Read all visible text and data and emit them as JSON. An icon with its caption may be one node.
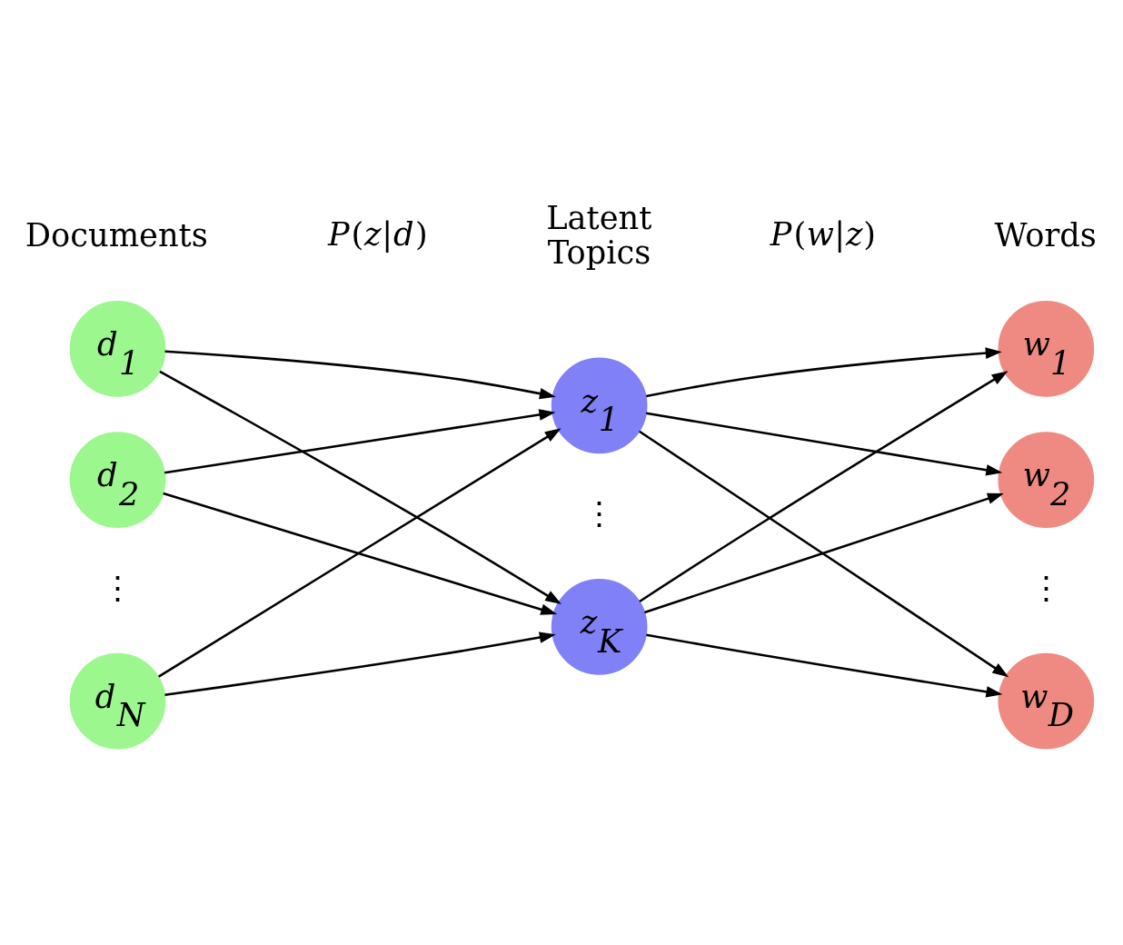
{
  "diagram": {
    "nodes": [
      {
        "text": [
          "d$_{1}$"
        ]
      },
      {
        "text": [
          "d$_{2}$"
        ]
      },
      {
        "text": [
          "d$_{N}$"
        ]
      },
      {
        "text": [
          "z$_{1}$"
        ]
      },
      {
        "text": [
          "z$_{K}$"
        ]
      },
      {
        "text": [
          "w$_{1}$"
        ]
      },
      {
        "text": [
          "w$_{2}$"
        ]
      },
      {
        "text": [
          "w$_{D}$"
        ]
      }
    ],
    "edges": [
      {
        "from": 0,
        "to": 3,
        "arrow": "to"
      },
      {
        "from": 0,
        "to": 4,
        "arrow": "to"
      },
      {
        "from": 1,
        "to": 3,
        "arrow": "to"
      },
      {
        "from": 1,
        "to": 4,
        "arrow": "to"
      },
      {
        "from": 2,
        "to": 3,
        "arrow": "to"
      },
      {
        "from": 2,
        "to": 4,
        "arrow": "to"
      },
      {
        "from": 3,
        "to": 5,
        "arrow": "to"
      },
      {
        "from": 3,
        "to": 6,
        "arrow": "to"
      },
      {
        "from": 3,
        "to": 7,
        "arrow": "to"
      },
      {
        "from": 4,
        "to": 5,
        "arrow": "to"
      },
      {
        "from": 4,
        "to": 6,
        "arrow": "to"
      },
      {
        "from": 4,
        "to": 7,
        "arrow": "to"
      }
    ],
    "labels": [
      "Documents",
      "Latent Topics",
      "Words",
      "*P*(*z*|*d*)",
      "*P*(*w*|*z*)",
      "⋮",
      "⋮",
      "⋮"
    ]
  }
}
